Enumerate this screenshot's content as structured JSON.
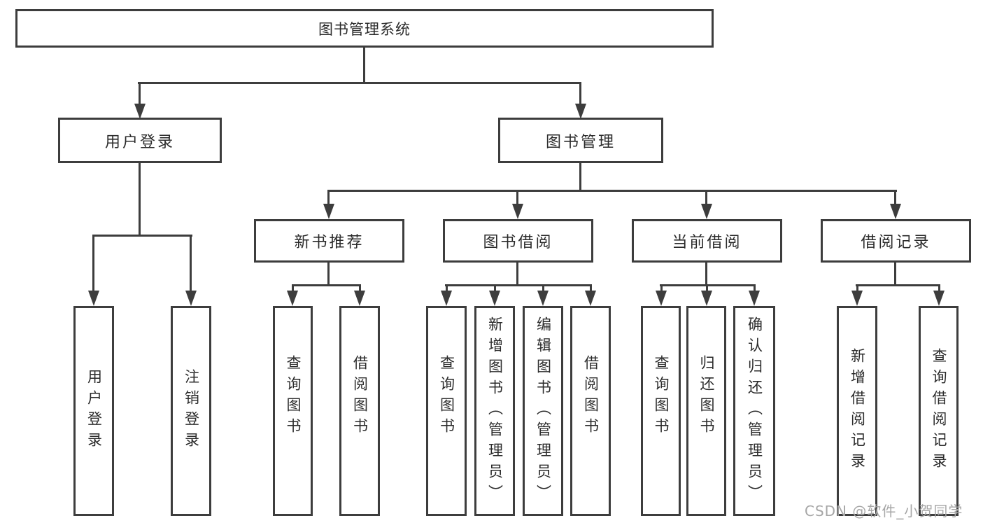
{
  "diagram": {
    "root": {
      "label": "图书管理系统",
      "children": [
        {
          "label": "用户登录",
          "children": [
            {
              "label": "用户登录"
            },
            {
              "label": "注销登录"
            }
          ]
        },
        {
          "label": "图书管理",
          "children": [
            {
              "label": "新书推荐",
              "children": [
                {
                  "label": "查询图书"
                },
                {
                  "label": "借阅图书"
                }
              ]
            },
            {
              "label": "图书借阅",
              "children": [
                {
                  "label": "查询图书"
                },
                {
                  "label": "新增图书（管理员）"
                },
                {
                  "label": "编辑图书（管理员）"
                },
                {
                  "label": "借阅图书"
                }
              ]
            },
            {
              "label": "当前借阅",
              "children": [
                {
                  "label": "查询图书"
                },
                {
                  "label": "归还图书"
                },
                {
                  "label": "确认归还（管理员）"
                }
              ]
            },
            {
              "label": "借阅记录",
              "children": [
                {
                  "label": "新增借阅记录"
                },
                {
                  "label": "查询借阅记录"
                }
              ]
            }
          ]
        }
      ]
    }
  },
  "watermark": {
    "text": "CSDN @软件_小贺同学"
  },
  "colors": {
    "line": "#3d3d3d",
    "text": "#2b2b2b",
    "watermark": "#a6a6a6",
    "background": "#ffffff"
  }
}
